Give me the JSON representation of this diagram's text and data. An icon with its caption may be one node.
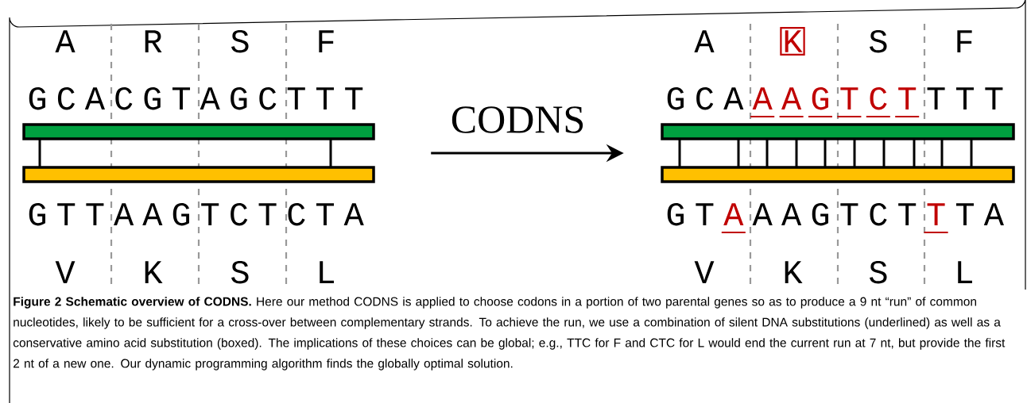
{
  "diagram": {
    "caption": "**Figure 2 Schematic overview of CODNS.** Here our method CODNS is applied to choose codons in a portion of two parental genes so as to produce a 9 nt “run” of common nucleotides, likely to be sufficient for a cross-over between complementary strands. To achieve the run, we use a combination of silent DNA substitutions (underlined) as well as a conservative amino acid substitution (boxed). The implications of these choices can be global; e.g., TTC for F and CTC for L would end the current run at 7 nt, but provide the first 2 nt of a new one. Our dynamic programming algorithm finds the globally optimal solution.",
    "nodes": [
      {
        "text": [],
        "shape": "picture"
      },
      {
        "text": [
          "K"
        ]
      },
      {
        "text": [],
        "shape": "picture"
      }
    ],
    "edges": [
      {
        "from": 0,
        "to": 2,
        "arrow": "to",
        "label": "CODNS"
      }
    ],
    "labels": [
      "A",
      "R",
      "S",
      "F",
      "G",
      "C",
      "A",
      "C",
      "G",
      "T",
      "A",
      "G",
      "C",
      "T",
      "T",
      "T",
      "G",
      "T",
      "T",
      "A",
      "A",
      "G",
      "T",
      "C",
      "T",
      "C",
      "T",
      "A",
      "V",
      "K",
      "S",
      "L",
      "A",
      "S",
      "F",
      "G",
      "C",
      "A",
      "A",
      "A",
      "G",
      "T",
      "C",
      "T",
      "T",
      "T",
      "T",
      "G",
      "T",
      "A",
      "A",
      "A",
      "G",
      "T",
      "C",
      "T",
      "T",
      "T",
      "A",
      "V",
      "K",
      "S",
      "L"
    ]
  }
}
